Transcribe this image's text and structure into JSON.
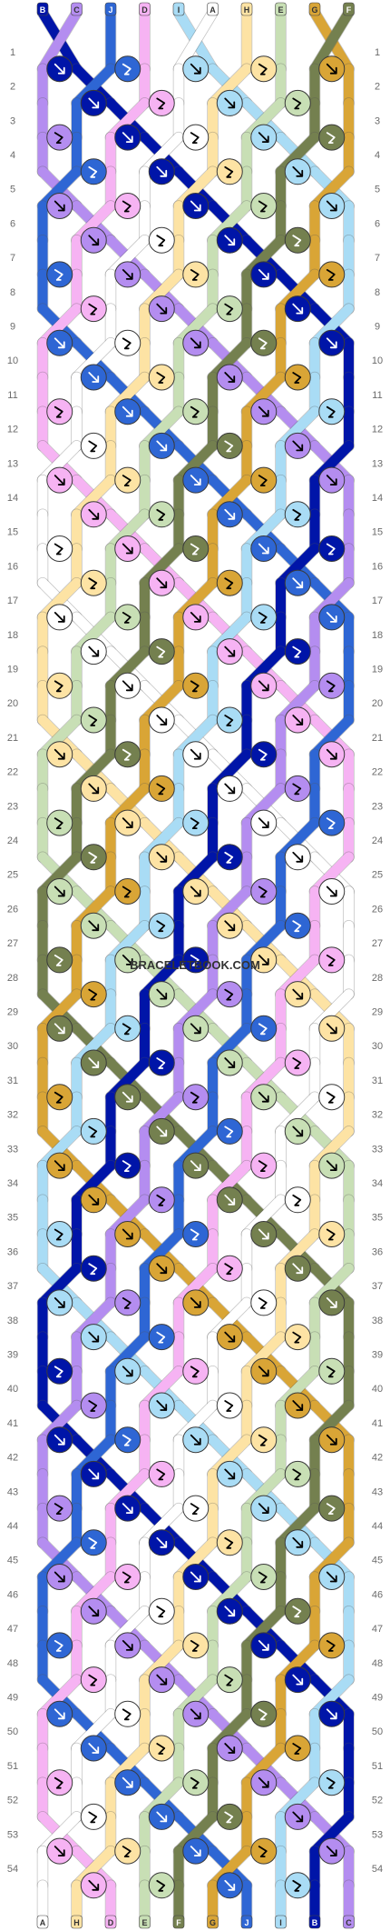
{
  "watermark": "BRACELETBOOK.COM",
  "strand_labels": [
    "B",
    "C",
    "J",
    "D",
    "I",
    "A",
    "H",
    "E",
    "G",
    "F"
  ],
  "colors": {
    "B": "#0015a8",
    "C": "#b48df0",
    "J": "#2e66d4",
    "D": "#f6b3f3",
    "I": "#a9dcf5",
    "A": "#ffffff",
    "H": "#fde3a4",
    "E": "#c8dfb5",
    "G": "#d9a536",
    "F": "#74804f"
  },
  "row_count": 54,
  "knot_directions": [
    "forward",
    "backward",
    "forward-backward",
    "backward-forward"
  ]
}
